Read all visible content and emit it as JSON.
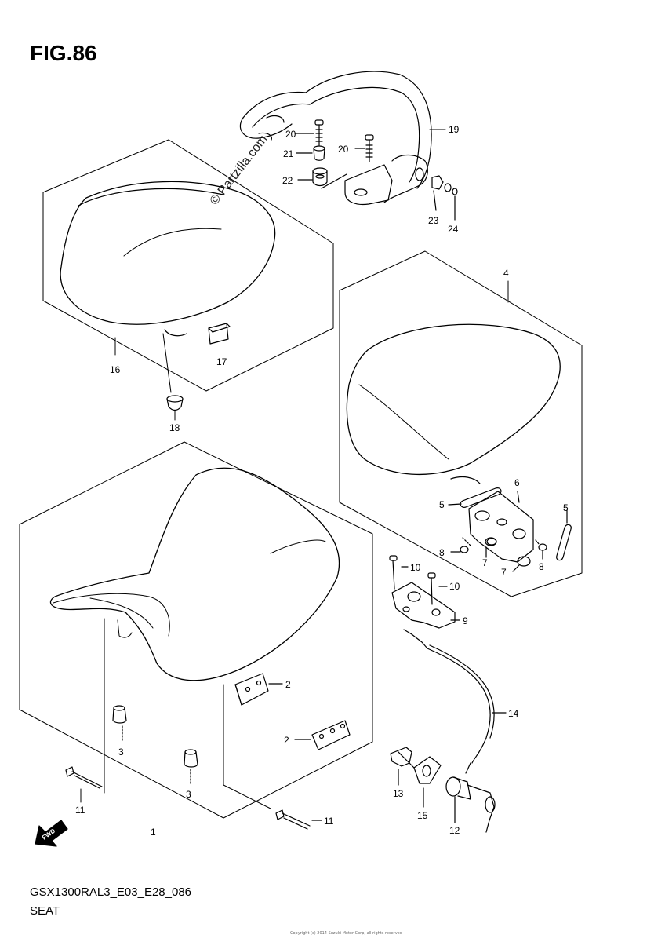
{
  "figure": {
    "title": "FIG.86"
  },
  "watermark": "© Partzilla.com",
  "footer": {
    "code": "GSX1300RAL3_E03_E28_086",
    "name": "SEAT"
  },
  "fine_print": "Copyright (c) 2014 Suzuki Motor Corp, all rights reserved",
  "fwd_label": "FWD",
  "callouts": {
    "p1": "1",
    "p2a": "2",
    "p2b": "2",
    "p3a": "3",
    "p3b": "3",
    "p4": "4",
    "p5a": "5",
    "p5b": "5",
    "p6": "6",
    "p7a": "7",
    "p7b": "7",
    "p8a": "8",
    "p8b": "8",
    "p9": "9",
    "p10a": "10",
    "p10b": "10",
    "p11a": "11",
    "p11b": "11",
    "p12": "12",
    "p13": "13",
    "p14": "14",
    "p15": "15",
    "p16": "16",
    "p17": "17",
    "p18": "18",
    "p19": "19",
    "p20a": "20",
    "p20b": "20",
    "p21": "21",
    "p22": "22",
    "p23": "23",
    "p24": "24"
  }
}
